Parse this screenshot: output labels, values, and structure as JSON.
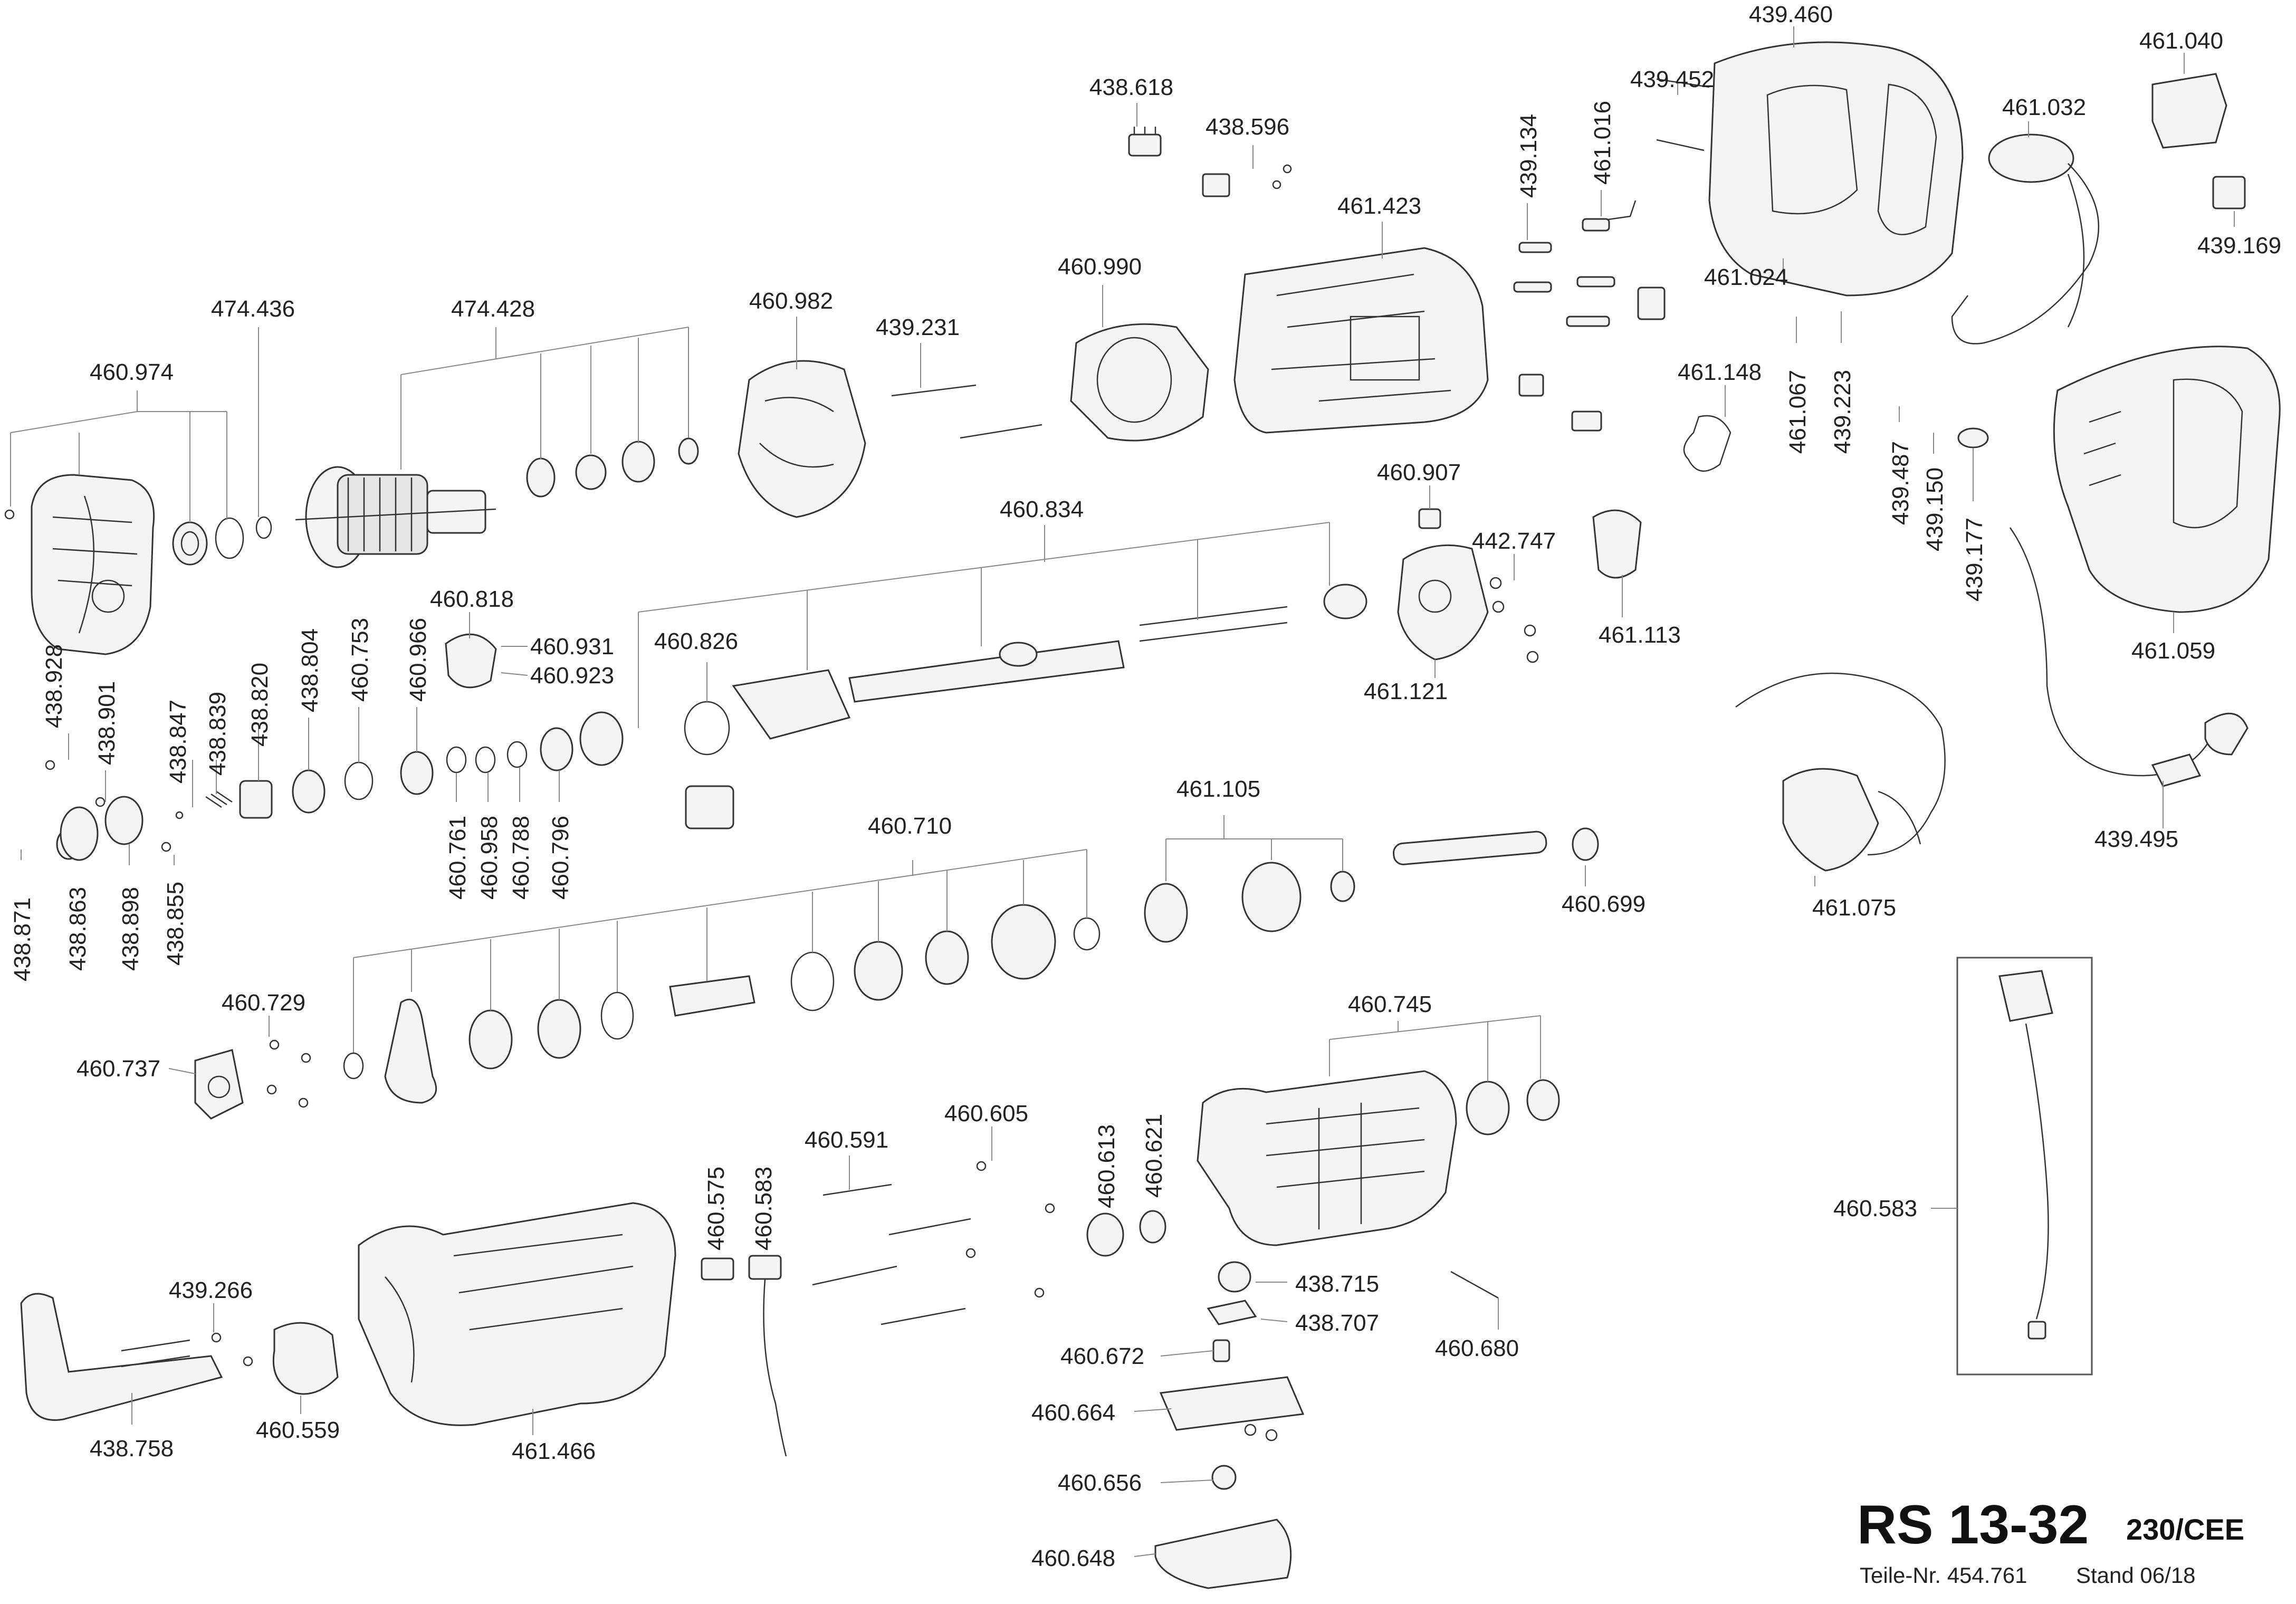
{
  "title": {
    "model": "RS 13-32",
    "variant": "230/CEE",
    "part_number": "Teile-Nr. 454.761",
    "date": "Stand 06/18"
  },
  "labels": {
    "l_460_974": "460.974",
    "l_474_436": "474.436",
    "l_474_428": "474.428",
    "l_460_982": "460.982",
    "l_439_231": "439.231",
    "l_460_990": "460.990",
    "l_461_423": "461.423",
    "l_438_618": "438.618",
    "l_438_596": "438.596",
    "l_439_134": "439.134",
    "l_461_016": "461.016",
    "l_439_452": "439.452",
    "l_439_460": "439.460",
    "l_461_024": "461.024",
    "l_461_040": "461.040",
    "l_461_032": "461.032",
    "l_439_169": "439.169",
    "l_461_148": "461.148",
    "l_461_067": "461.067",
    "l_439_223": "439.223",
    "l_439_487": "439.487",
    "l_439_150": "439.150",
    "l_439_177": "439.177",
    "l_461_059": "461.059",
    "l_460_907": "460.907",
    "l_442_747": "442.747",
    "l_461_113": "461.113",
    "l_461_121": "461.121",
    "l_460_834": "460.834",
    "l_460_818": "460.818",
    "l_460_931": "460.931",
    "l_460_923": "460.923",
    "l_460_826": "460.826",
    "l_438_928": "438.928",
    "l_438_901": "438.901",
    "l_438_847": "438.847",
    "l_438_839": "438.839",
    "l_438_820": "438.820",
    "l_438_804": "438.804",
    "l_460_753": "460.753",
    "l_460_966": "460.966",
    "l_460_761": "460.761",
    "l_460_958": "460.958",
    "l_460_788": "460.788",
    "l_460_796": "460.796",
    "l_438_871": "438.871",
    "l_438_863": "438.863",
    "l_438_898": "438.898",
    "l_438_855": "438.855",
    "l_461_105": "461.105",
    "l_460_710": "460.710",
    "l_460_699": "460.699",
    "l_461_075": "461.075",
    "l_439_495": "439.495",
    "l_460_729": "460.729",
    "l_460_737": "460.737",
    "l_460_745": "460.745",
    "l_460_605": "460.605",
    "l_460_575": "460.575",
    "l_460_583": "460.583",
    "l_460_591": "460.591",
    "l_460_613": "460.613",
    "l_460_621": "460.621",
    "l_460_583_b": "460.583",
    "l_438_715": "438.715",
    "l_438_707": "438.707",
    "l_460_680": "460.680",
    "l_460_672": "460.672",
    "l_460_664": "460.664",
    "l_460_656": "460.656",
    "l_460_648": "460.648",
    "l_439_266": "439.266",
    "l_438_758": "438.758",
    "l_460_559": "460.559",
    "l_461_466": "461.466"
  }
}
